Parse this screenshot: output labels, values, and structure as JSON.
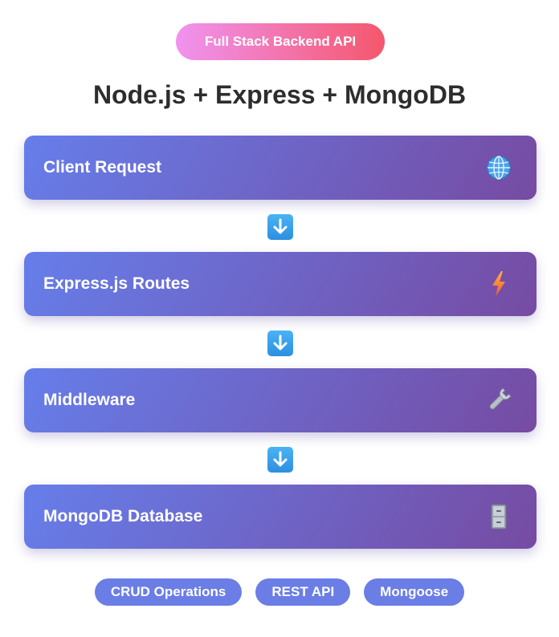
{
  "header": {
    "badge": "Full Stack Backend API",
    "title": "Node.js + Express + MongoDB"
  },
  "flow": [
    {
      "label": "Client Request",
      "icon": "globe-icon"
    },
    {
      "label": "Express.js Routes",
      "icon": "lightning-icon"
    },
    {
      "label": "Middleware",
      "icon": "wrench-icon"
    },
    {
      "label": "MongoDB Database",
      "icon": "file-cabinet-icon"
    }
  ],
  "arrow_icon": "down-arrow-icon",
  "tags": [
    "CRUD Operations",
    "REST API",
    "Mongoose"
  ],
  "colors": {
    "badge_gradient": [
      "#f093f0",
      "#f5576c"
    ],
    "box_gradient": [
      "#667eea",
      "#764ba2"
    ],
    "tag_bg": "#6a7ee6",
    "arrow_bg": "#3a9fe8"
  }
}
